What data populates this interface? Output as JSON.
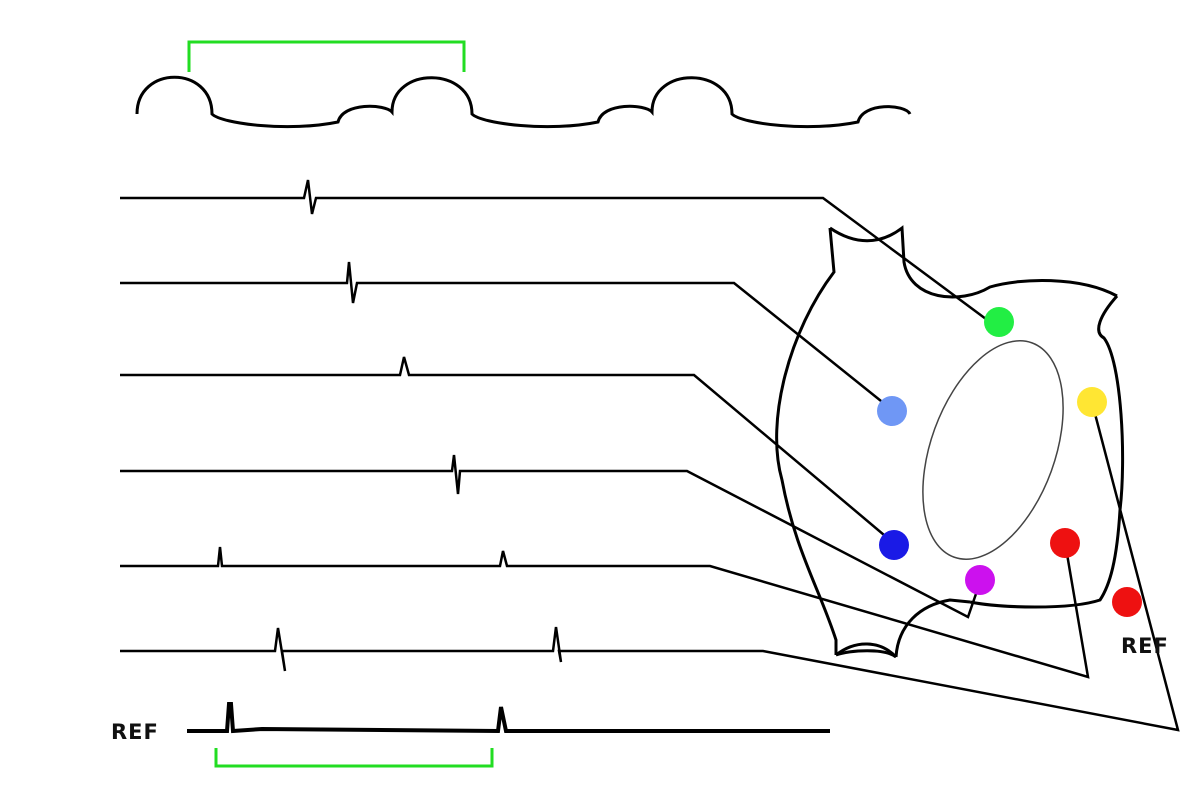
{
  "labels": {
    "reference_left": "REF",
    "reference_right": "REF"
  },
  "colors": {
    "trace": "#000000",
    "bracket": "#22dd22",
    "electrodes": [
      "#22ee44",
      "#6f97f5",
      "#ffe633",
      "#1a1ae6",
      "#ee1111",
      "#cc11ee",
      "#ee1111"
    ]
  },
  "electrodes": [
    {
      "name": "green"
    },
    {
      "name": "light-blue"
    },
    {
      "name": "yellow"
    },
    {
      "name": "blue"
    },
    {
      "name": "red"
    },
    {
      "name": "purple"
    },
    {
      "name": "reference-red"
    }
  ]
}
